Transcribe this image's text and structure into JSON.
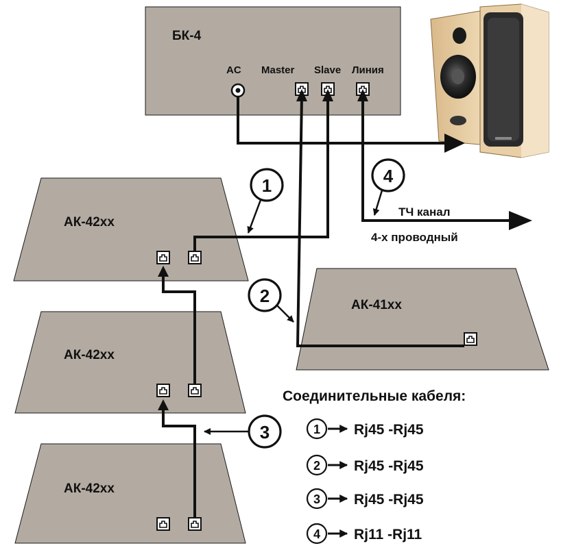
{
  "base_unit": {
    "label": "БК-4",
    "ports": {
      "ac": "AC",
      "master": "Master",
      "slave": "Slave",
      "line": "Линия"
    }
  },
  "units": {
    "ak42_top": "АК-42хх",
    "ak42_mid": "АК-42хх",
    "ak42_bottom": "АК-42хх",
    "ak41": "АК-41хх"
  },
  "channel": {
    "line1": "ТЧ канал",
    "line2": "4-х проводный"
  },
  "markers": {
    "m1": "1",
    "m2": "2",
    "m3": "3",
    "m4": "4"
  },
  "legend": {
    "title": "Соединительные кабеля:",
    "items": [
      {
        "num": "1",
        "text": "Rj45 -Rj45"
      },
      {
        "num": "2",
        "text": "Rj45 -Rj45"
      },
      {
        "num": "3",
        "text": "Rj45 -Rj45"
      },
      {
        "num": "4",
        "text": "Rj11 -Rj11"
      }
    ]
  },
  "colors": {
    "unit_fill": "#b3aba2",
    "cable": "#111111",
    "background": "#ffffff"
  }
}
